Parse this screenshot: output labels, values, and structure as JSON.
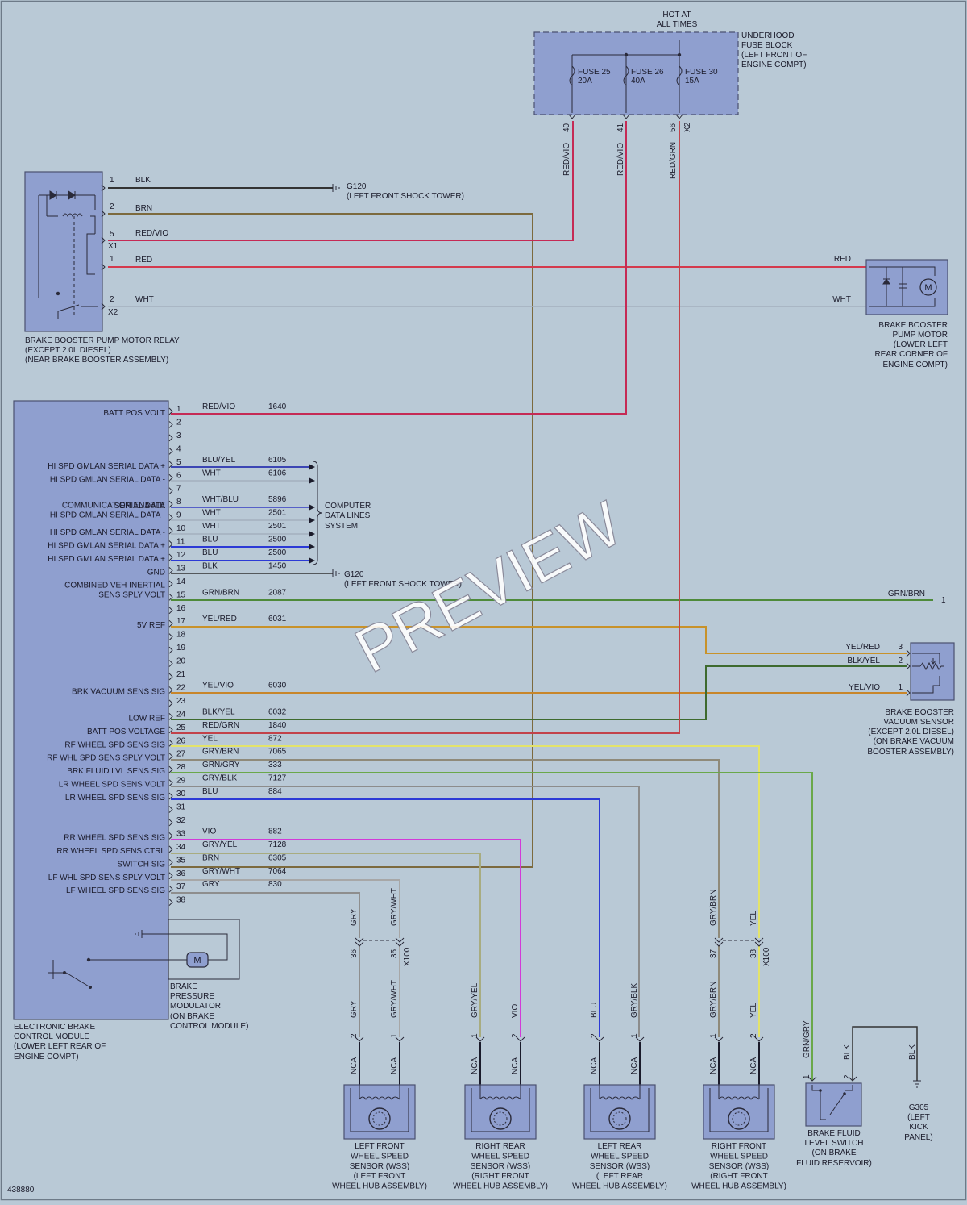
{
  "diagram_id": "438880",
  "watermark": "PREVIEW",
  "colors": {
    "red": "#d4394d",
    "red_vio": "#c52a55",
    "red_grn": "#c2424a",
    "brn": "#7c6a3e",
    "blk": "#333333",
    "wht": "#a4b0bd",
    "blu": "#2c3ad6",
    "blu_yel": "#3c46b4",
    "grn_brn": "#4e8a3a",
    "yel_red": "#c8922a",
    "yel_vio": "#c8862a",
    "blk_yel": "#3e6a2e",
    "yel": "#e3e36a",
    "gry_brn": "#8f8a7a",
    "grn_gry": "#6aa84a",
    "gry_blk": "#8c8c8c",
    "vio": "#d23ad8",
    "gry_yel": "#a8ac80",
    "gry_wht": "#a7a7a7",
    "gry": "#8e8e8e",
    "wht_blu": "#5660c8"
  },
  "fuse_block": {
    "title_top": [
      "HOT AT",
      "ALL TIMES"
    ],
    "label": [
      "UNDERHOOD",
      "FUSE BLOCK",
      "(LEFT FRONT OF",
      "ENGINE COMPT)"
    ],
    "fuses": [
      {
        "name": "FUSE 25",
        "rating": "20A",
        "pin": "40",
        "wire": "RED/VIO"
      },
      {
        "name": "FUSE 26",
        "rating": "40A",
        "pin": "41",
        "wire": "RED/VIO"
      },
      {
        "name": "FUSE 30",
        "rating": "15A",
        "pin": "56",
        "wire": "RED/GRN"
      }
    ],
    "connector": "X2"
  },
  "relay": {
    "label": [
      "BRAKE BOOSTER PUMP MOTOR RELAY",
      "(EXCEPT 2.0L DIESEL)",
      "(NEAR BRAKE BOOSTER ASSEMBLY)"
    ],
    "pins": [
      {
        "pin": "1",
        "wire": "BLK"
      },
      {
        "pin": "2",
        "wire": "BRN"
      },
      {
        "pin": "5",
        "wire": "RED/VIO",
        "conn": "X1"
      },
      {
        "pin": "1",
        "wire": "RED"
      },
      {
        "pin": "2",
        "wire": "WHT",
        "conn": "X2"
      }
    ]
  },
  "ground_g120": [
    "G120",
    "(LEFT FRONT SHOCK TOWER)"
  ],
  "motor": {
    "label": [
      "BRAKE BOOSTER",
      "PUMP MOTOR",
      "(LOWER LEFT",
      "REAR CORNER OF",
      "ENGINE COMPT)"
    ],
    "wires": [
      "RED",
      "WHT"
    ],
    "symbol": "M"
  },
  "ebcm": {
    "label": [
      "ELECTRONIC BRAKE",
      "CONTROL MODULE",
      "(LOWER LEFT REAR OF",
      "ENGINE COMPT)"
    ],
    "modulator_label": [
      "BRAKE",
      "PRESSURE",
      "MODULATOR",
      "(ON BRAKE",
      "CONTROL MODULE)"
    ],
    "pins": [
      {
        "pin": "1",
        "func": "BATT POS VOLT",
        "wire": "RED/VIO",
        "circuit": "1640"
      },
      {
        "pin": "2"
      },
      {
        "pin": "3"
      },
      {
        "pin": "4"
      },
      {
        "pin": "5",
        "func": "HI SPD GMLAN SERIAL DATA +",
        "wire": "BLU/YEL",
        "circuit": "6105"
      },
      {
        "pin": "6",
        "func": "HI SPD GMLAN SERIAL DATA -",
        "wire": "WHT",
        "circuit": "6106"
      },
      {
        "pin": "7"
      },
      {
        "pin": "8",
        "func": "SERIAL DATA",
        "wire": "WHT/BLU",
        "circuit": "5896"
      },
      {
        "pin": "9",
        "func": "COMMUNICATION ENABLE",
        "func2": "HI SPD GMLAN SERIAL DATA -",
        "wire": "WHT",
        "circuit": "2501"
      },
      {
        "pin": "10",
        "func": "HI SPD GMLAN SERIAL DATA -",
        "wire": "WHT",
        "circuit": "2501"
      },
      {
        "pin": "11",
        "func": "HI SPD GMLAN SERIAL DATA +",
        "wire": "BLU",
        "circuit": "2500"
      },
      {
        "pin": "12",
        "func": "HI SPD GMLAN SERIAL DATA +",
        "wire": "BLU",
        "circuit": "2500"
      },
      {
        "pin": "13",
        "func": "GND",
        "wire": "BLK",
        "circuit": "1450"
      },
      {
        "pin": "14"
      },
      {
        "pin": "15",
        "func": "COMBINED VEH INERTIAL",
        "func2": "SENS SPLY VOLT",
        "wire": "GRN/BRN",
        "circuit": "2087"
      },
      {
        "pin": "16"
      },
      {
        "pin": "17",
        "func": "5V REF",
        "wire": "YEL/RED",
        "circuit": "6031"
      },
      {
        "pin": "18"
      },
      {
        "pin": "19"
      },
      {
        "pin": "20"
      },
      {
        "pin": "21"
      },
      {
        "pin": "22",
        "func": "BRK VACUUM SENS SIG",
        "wire": "YEL/VIO",
        "circuit": "6030"
      },
      {
        "pin": "23"
      },
      {
        "pin": "24",
        "func": "LOW REF",
        "wire": "BLK/YEL",
        "circuit": "6032"
      },
      {
        "pin": "25",
        "func": "BATT POS VOLTAGE",
        "wire": "RED/GRN",
        "circuit": "1840"
      },
      {
        "pin": "26",
        "func": "RF WHEEL SPD SENS SIG",
        "wire": "YEL",
        "circuit": "872"
      },
      {
        "pin": "27",
        "func": "RF WHL SPD SENS SPLY VOLT",
        "wire": "GRY/BRN",
        "circuit": "7065"
      },
      {
        "pin": "28",
        "func": "BRK FLUID LVL SENS SIG",
        "wire": "GRN/GRY",
        "circuit": "333"
      },
      {
        "pin": "29",
        "func": "LR WHEEL SPD SENS VOLT",
        "wire": "GRY/BLK",
        "circuit": "7127"
      },
      {
        "pin": "30",
        "func": "LR WHEEL SPD SENS SIG",
        "wire": "BLU",
        "circuit": "884"
      },
      {
        "pin": "31"
      },
      {
        "pin": "32"
      },
      {
        "pin": "33",
        "func": "RR WHEEL SPD SENS SIG",
        "wire": "VIO",
        "circuit": "882"
      },
      {
        "pin": "34",
        "func": "RR WHEEL SPD SENS CTRL",
        "wire": "GRY/YEL",
        "circuit": "7128"
      },
      {
        "pin": "35",
        "func": "SWITCH SIG",
        "wire": "BRN",
        "circuit": "6305"
      },
      {
        "pin": "36",
        "func": "LF WHL SPD SENS SPLY VOLT",
        "wire": "GRY/WHT",
        "circuit": "7064"
      },
      {
        "pin": "37",
        "func": "LF WHEEL SPD SENS SIG",
        "wire": "GRY",
        "circuit": "830"
      },
      {
        "pin": "38"
      }
    ]
  },
  "data_lines_label": [
    "COMPUTER",
    "DATA LINES",
    "SYSTEM"
  ],
  "right_side": {
    "grn_brn_wire": "GRN/BRN",
    "grn_brn_pin": "1",
    "vacuum_sensor": {
      "label": [
        "BRAKE BOOSTER",
        "VACUUM SENSOR",
        "(EXCEPT 2.0L DIESEL)",
        "(ON BRAKE VACUUM",
        "BOOSTER ASSEMBLY)"
      ],
      "pins": [
        {
          "pin": "3",
          "wire": "YEL/RED"
        },
        {
          "pin": "2",
          "wire": "BLK/YEL"
        },
        {
          "pin": "1",
          "wire": "YEL/VIO"
        }
      ]
    }
  },
  "x100": {
    "label": "X100",
    "left": [
      {
        "pin": "36",
        "wire": "GRY"
      },
      {
        "pin": "35",
        "wire": "GRY/WHT"
      }
    ],
    "right": [
      {
        "pin": "37",
        "wire": "GRY/BRN"
      },
      {
        "pin": "38",
        "wire": "YEL"
      }
    ]
  },
  "sensors": [
    {
      "label": [
        "LEFT FRONT",
        "WHEEL SPEED",
        "SENSOR (WSS)",
        "(LEFT FRONT",
        "WHEEL HUB ASSEMBLY)"
      ],
      "pins": [
        {
          "pin": "2",
          "wire": "GRY"
        },
        {
          "pin": "1",
          "wire": "GRY/WHT"
        }
      ]
    },
    {
      "label": [
        "RIGHT REAR",
        "WHEEL SPEED",
        "SENSOR (WSS)",
        "(RIGHT FRONT",
        "WHEEL HUB ASSEMBLY)"
      ],
      "pins": [
        {
          "pin": "1",
          "wire": "GRY/YEL"
        },
        {
          "pin": "2",
          "wire": "VIO"
        }
      ]
    },
    {
      "label": [
        "LEFT REAR",
        "WHEEL SPEED",
        "SENSOR (WSS)",
        "(LEFT REAR",
        "WHEEL HUB ASSEMBLY)"
      ],
      "pins": [
        {
          "pin": "2",
          "wire": "BLU"
        },
        {
          "pin": "1",
          "wire": "GRY/BLK"
        }
      ]
    },
    {
      "label": [
        "RIGHT FRONT",
        "WHEEL SPEED",
        "SENSOR (WSS)",
        "(RIGHT FRONT",
        "WHEEL HUB ASSEMBLY)"
      ],
      "pins": [
        {
          "pin": "1",
          "wire": "GRY/BRN"
        },
        {
          "pin": "2",
          "wire": "YEL"
        }
      ]
    }
  ],
  "nca": "NCA",
  "fluid_switch": {
    "label": [
      "BRAKE FLUID",
      "LEVEL SWITCH",
      "(ON BRAKE",
      "FLUID RESERVOIR)"
    ],
    "pins": [
      {
        "pin": "1",
        "wire": "GRN/GRY"
      },
      {
        "pin": "2",
        "wire": "BLK"
      }
    ]
  },
  "ground_g305": {
    "label": [
      "G305",
      "(LEFT",
      "KICK",
      "PANEL)"
    ],
    "wire": "BLK"
  }
}
